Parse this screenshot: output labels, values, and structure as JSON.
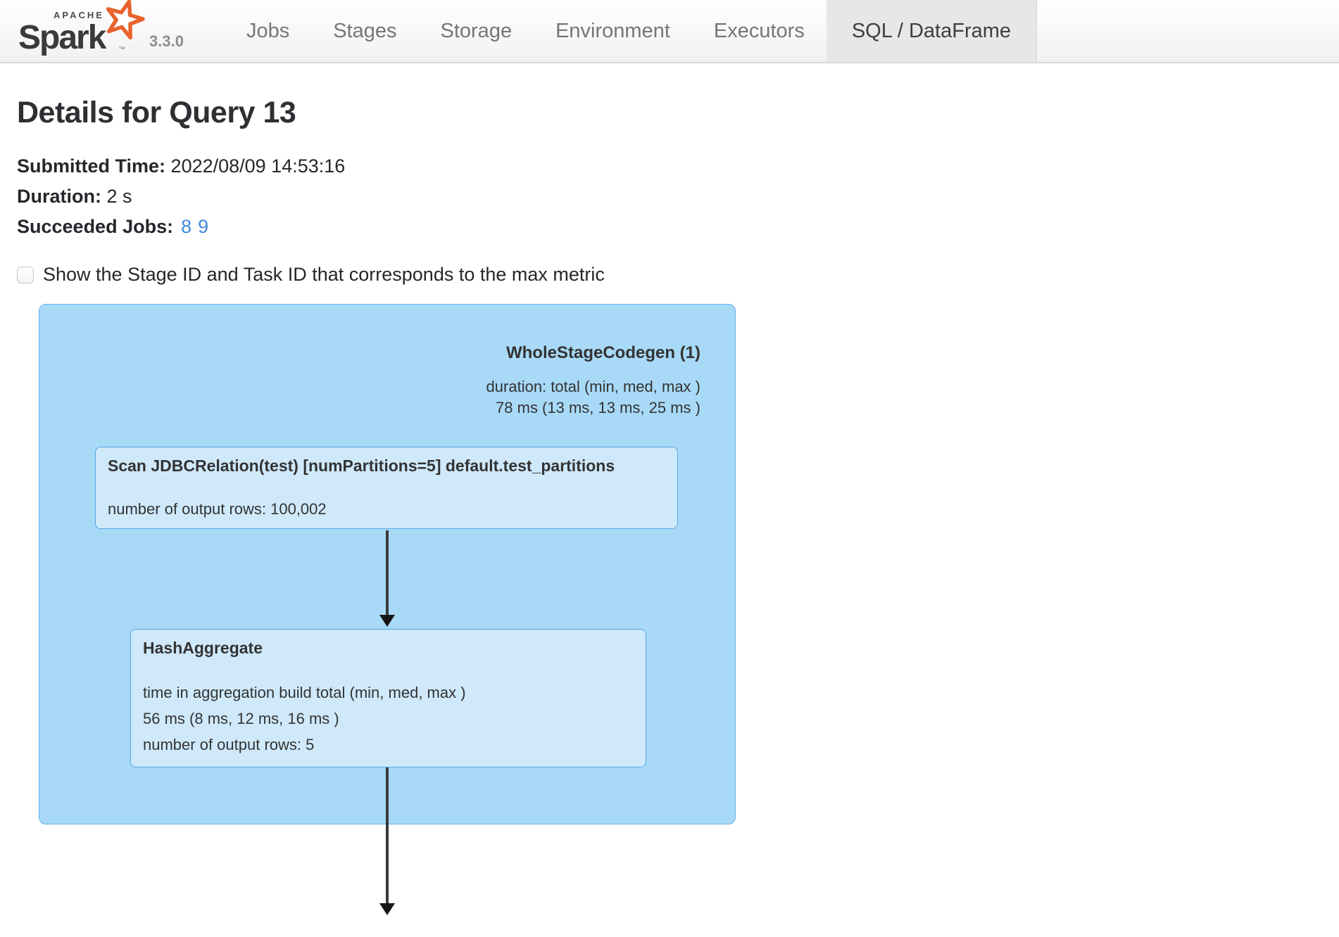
{
  "navbar": {
    "logo": {
      "apache": "APACHE",
      "name": "Spark",
      "tm": "™",
      "version": "3.3.0"
    },
    "tabs": [
      {
        "label": "Jobs",
        "active": false
      },
      {
        "label": "Stages",
        "active": false
      },
      {
        "label": "Storage",
        "active": false
      },
      {
        "label": "Environment",
        "active": false
      },
      {
        "label": "Executors",
        "active": false
      },
      {
        "label": "SQL / DataFrame",
        "active": true
      }
    ]
  },
  "page": {
    "title": "Details for Query 13",
    "submitted_time_label": "Submitted Time:",
    "submitted_time": "2022/08/09 14:53:16",
    "duration_label": "Duration:",
    "duration": "2 s",
    "succeeded_jobs_label": "Succeeded Jobs:",
    "succeeded_jobs": [
      "8",
      "9"
    ],
    "checkbox_label": "Show the Stage ID and Task ID that corresponds to the max metric",
    "checkbox_checked": false
  },
  "plan": {
    "cluster": {
      "title": "WholeStageCodegen (1)",
      "metrics": [
        "duration: total (min, med, max )",
        "78 ms (13 ms, 13 ms, 25 ms )"
      ]
    },
    "nodes": [
      {
        "title": "Scan JDBCRelation(test) [numPartitions=5] default.test_partitions",
        "metrics": [
          "number of output rows: 100,002"
        ]
      },
      {
        "title": "HashAggregate",
        "metrics": [
          "time in aggregation build total (min, med, max )",
          "56 ms (8 ms, 12 ms, 16 ms )",
          "number of output rows: 5"
        ]
      }
    ]
  },
  "colors": {
    "cluster_fill": "#a8d9f7",
    "cluster_border": "#64b2ec",
    "node_fill": "#cfe9fb",
    "node_border": "#57a6e3",
    "link": "#4189dd",
    "spark_orange": "#e8622d",
    "navbar_active": "#e7e7e7",
    "text_dark": "#2f3136"
  }
}
